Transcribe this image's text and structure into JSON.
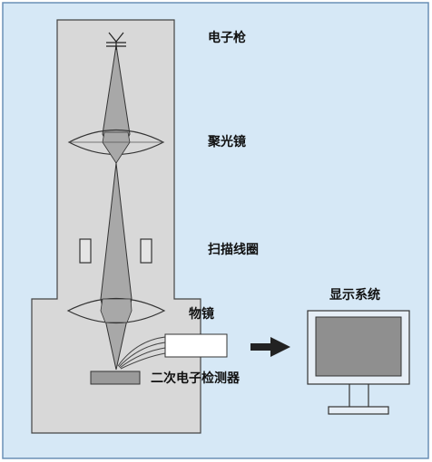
{
  "labels": {
    "electron_gun": "电子枪",
    "condenser_lens": "聚光镜",
    "scan_coils": "扫描线圈",
    "objective_lens": "物镜",
    "secondary_electron_detector": "二次电子检测器",
    "display_system": "显示系统"
  },
  "colors": {
    "background": "#d6e8f6",
    "frame_border": "#6a8fb5",
    "column_fill": "#d8d8d8",
    "column_stroke": "#444444",
    "beam_fill": "#a8a8a8",
    "lens_fill": "#d8d8d8",
    "sample_fill": "#9a9a9a",
    "detector_fill": "#ffffff",
    "screen_fill": "#8f8f8f",
    "monitor_fill": "#e6eef6",
    "arrow_fill": "#222222"
  }
}
